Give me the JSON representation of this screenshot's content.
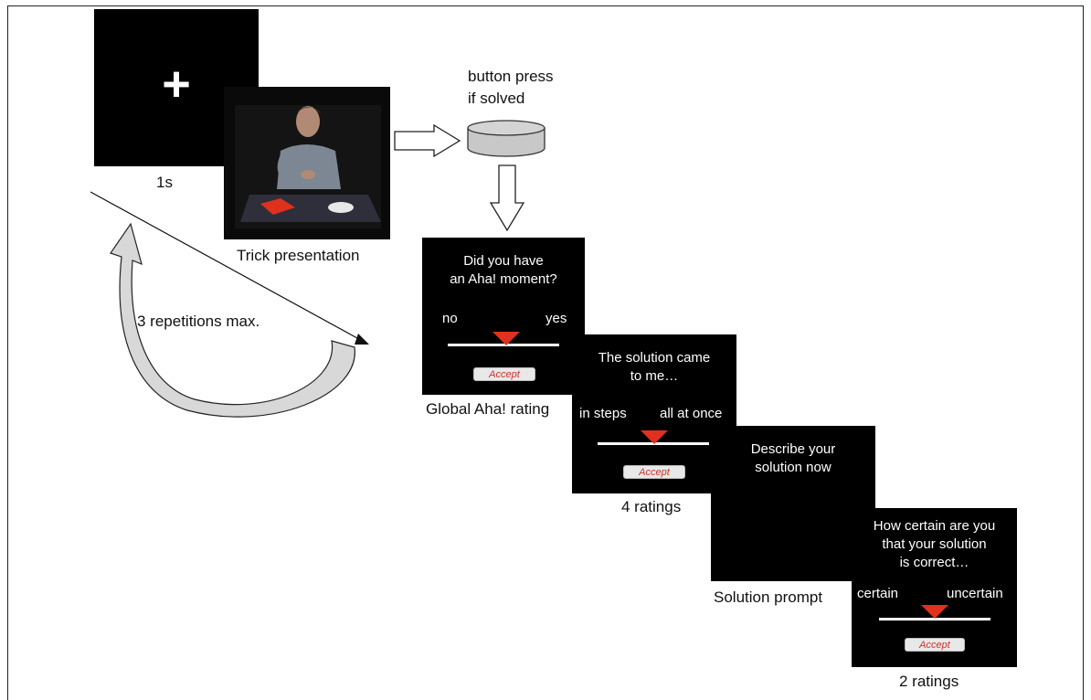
{
  "fixation": {
    "symbol": "+",
    "caption": "1s"
  },
  "trick": {
    "caption": "Trick presentation"
  },
  "button_press": {
    "line1": "button press",
    "line2": "if solved"
  },
  "loop": {
    "label": "3 repetitions max."
  },
  "global_aha": {
    "line1": "Did you have",
    "line2": "an Aha! moment?",
    "left": "no",
    "right": "yes",
    "button": "Accept",
    "caption": "Global Aha! rating"
  },
  "four_ratings": {
    "line1": "The solution came",
    "line2": "to me…",
    "left": "in steps",
    "right": "all at once",
    "button": "Accept",
    "caption": "4 ratings"
  },
  "solution_prompt": {
    "line1": "Describe your",
    "line2": "solution now",
    "caption": "Solution prompt"
  },
  "two_ratings": {
    "line1": "How certain are you",
    "line2": "that your solution",
    "line3": "is correct…",
    "left": "certain",
    "right": "uncertain",
    "button": "Accept",
    "caption": "2 ratings"
  },
  "colors": {
    "marker": "#e0301e",
    "screen": "#000000",
    "device": "#c8c8c8"
  }
}
